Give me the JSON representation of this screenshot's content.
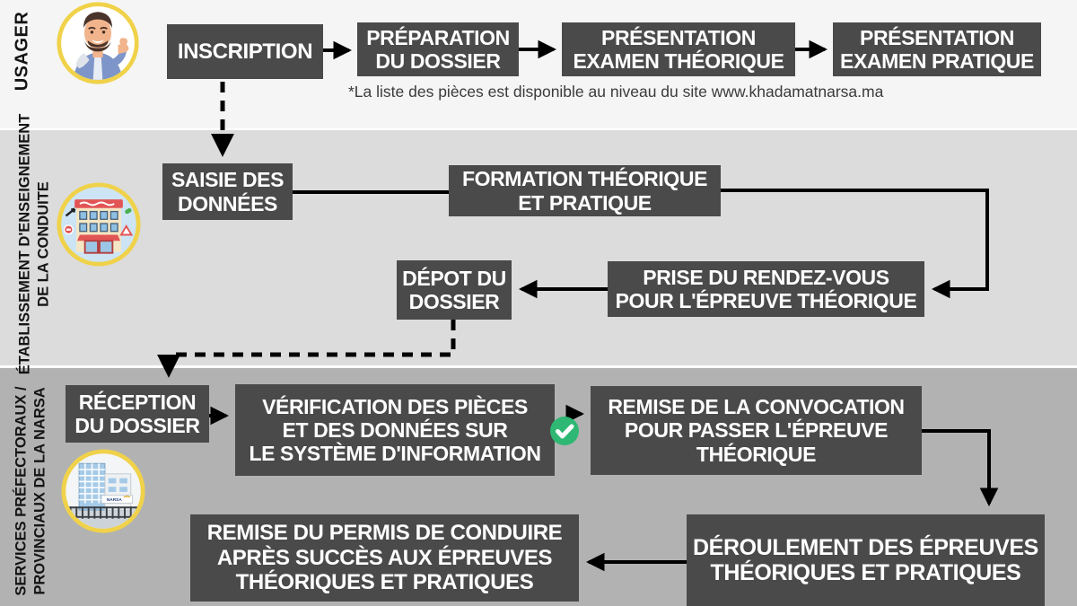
{
  "bands": {
    "usager": {
      "label": "USAGER"
    },
    "ecole": {
      "label": "ÉTABLISSEMENT D'ENSEIGNEMENT\nDE LA CONDUITE"
    },
    "narsa": {
      "label": "SERVICES PRÉFECTORAUX /\nPROVINCIAUX DE LA NARSA"
    }
  },
  "note": "*La liste des pièces est disponible au niveau du site www.khadamatnarsa.ma",
  "nodes": {
    "inscription": {
      "label": "INSCRIPTION"
    },
    "preparation": {
      "label": "PRÉPARATION\nDU DOSSIER"
    },
    "examen_theorique": {
      "label": "PRÉSENTATION\nEXAMEN THÉORIQUE"
    },
    "examen_pratique": {
      "label": "PRÉSENTATION\nEXAMEN PRATIQUE"
    },
    "saisie_donnees": {
      "label": "SAISIE DES\nDONNÉES"
    },
    "formation": {
      "label": "FORMATION THÉORIQUE\nET PRATIQUE"
    },
    "prise_rdv": {
      "label": "PRISE DU RENDEZ-VOUS\nPOUR L'ÉPREUVE THÉORIQUE"
    },
    "depot_dossier": {
      "label": "DÉPOT DU\nDOSSIER"
    },
    "reception_dossier": {
      "label": "RÉCEPTION\nDU DOSSIER"
    },
    "verification": {
      "label": "VÉRIFICATION DES PIÈCES\nET DES DONNÉES SUR\nLE SYSTÈME D'INFORMATION"
    },
    "remise_convocation": {
      "label": "REMISE DE LA CONVOCATION\nPOUR PASSER L'ÉPREUVE\nTHÉORIQUE"
    },
    "deroulement": {
      "label": "DÉROULEMENT DES ÉPREUVES\nTHÉORIQUES ET PRATIQUES"
    },
    "remise_permis": {
      "label": "REMISE DU PERMIS DE CONDUIRE\nAPRÈS SUCCÈS AUX ÉPREUVES\nTHÉORIQUES ET PRATIQUES"
    }
  },
  "icons": {
    "usager_avatar": "user-thumbs-up",
    "ecole_building": "driving-school-building",
    "narsa_building": "narsa-office-building",
    "validation": "green-check"
  },
  "colors": {
    "node_bg": "#4a4a4a",
    "node_text": "#ffffff",
    "band_usager_bg": "#f5f5f5",
    "band_ecole_bg": "#dcdcdc",
    "band_narsa_bg": "#b2b2b2",
    "arrow": "#000000",
    "check_green": "#2eb873",
    "icon_ring_yellow": "#f0d24a"
  }
}
